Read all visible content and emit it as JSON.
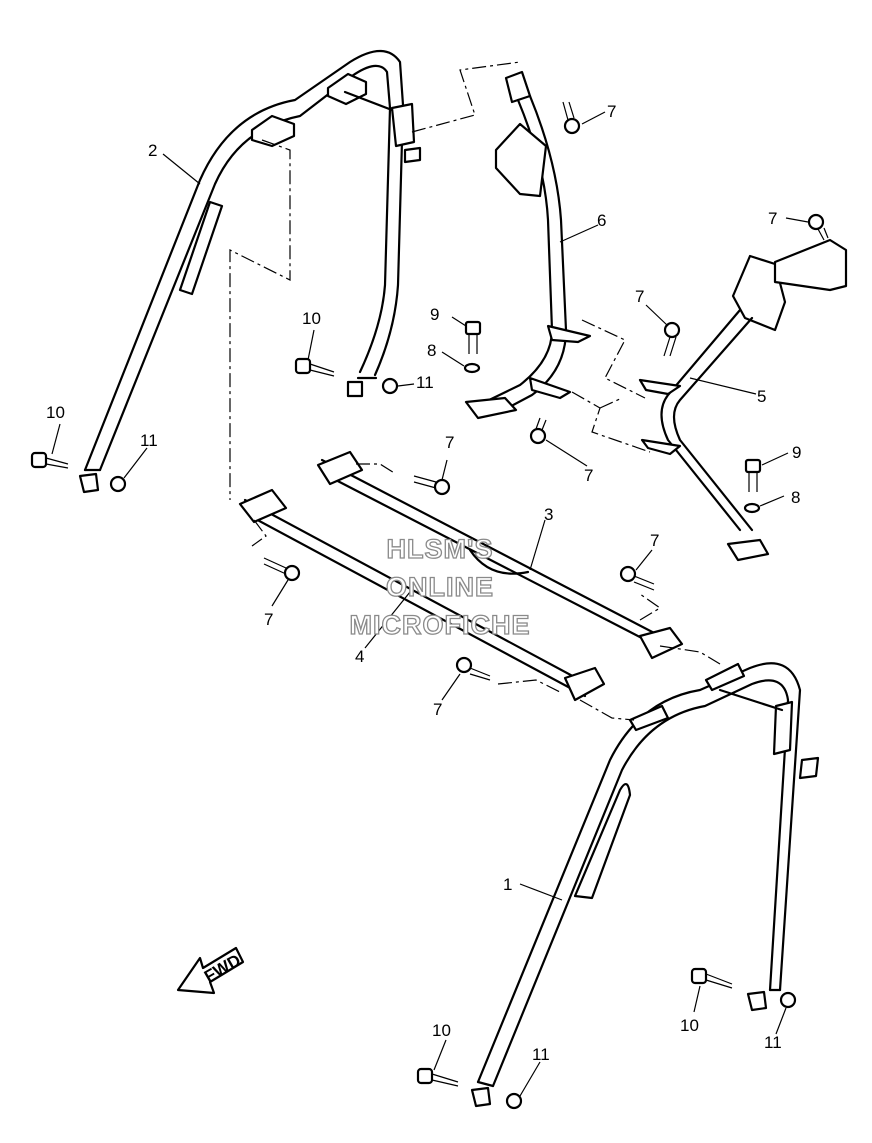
{
  "watermark": {
    "line1": "HLSM'S",
    "line2": "ONLINE",
    "line3": "MICROFICHE"
  },
  "fwd_label": "FWD",
  "callouts": {
    "c1": "1",
    "c2": "2",
    "c3": "3",
    "c4": "4",
    "c5": "5",
    "c6": "6",
    "c7a": "7",
    "c7b": "7",
    "c7c": "7",
    "c7d": "7",
    "c7e": "7",
    "c7f": "7",
    "c7g": "7",
    "c8a": "8",
    "c8b": "8",
    "c9a": "9",
    "c9b": "9",
    "c10a": "10",
    "c10b": "10",
    "c10c": "10",
    "c10d": "10",
    "c11a": "11",
    "c11b": "11",
    "c11c": "11",
    "c11d": "11"
  }
}
